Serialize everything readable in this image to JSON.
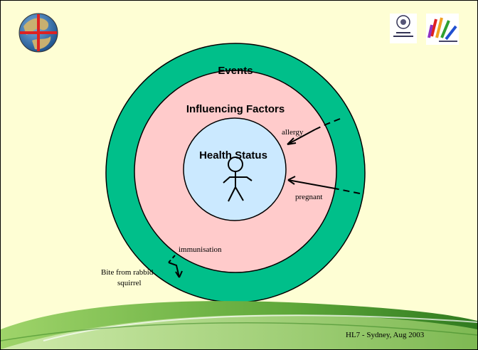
{
  "slide": {
    "background": "#fefed4",
    "footer": "HL7 - Sydney, Aug 2003",
    "logos": [
      "globe-logo",
      "council-seal-logo",
      "colorful-arrows-logo"
    ]
  },
  "diagram": {
    "rings": [
      {
        "label": "Events",
        "color": "#00bf8a"
      },
      {
        "label": "Influencing Factors",
        "color": "#ffcbcb"
      },
      {
        "label": "Health Status",
        "color": "#cbe9ff"
      }
    ],
    "annotations": {
      "allergy": "allergy",
      "pregnant": "pregnant",
      "immunisation": "immunisation",
      "bite_line1": "Bite from rabbid",
      "bite_line2": "squirrel"
    },
    "figure": "stick-figure-icon"
  }
}
